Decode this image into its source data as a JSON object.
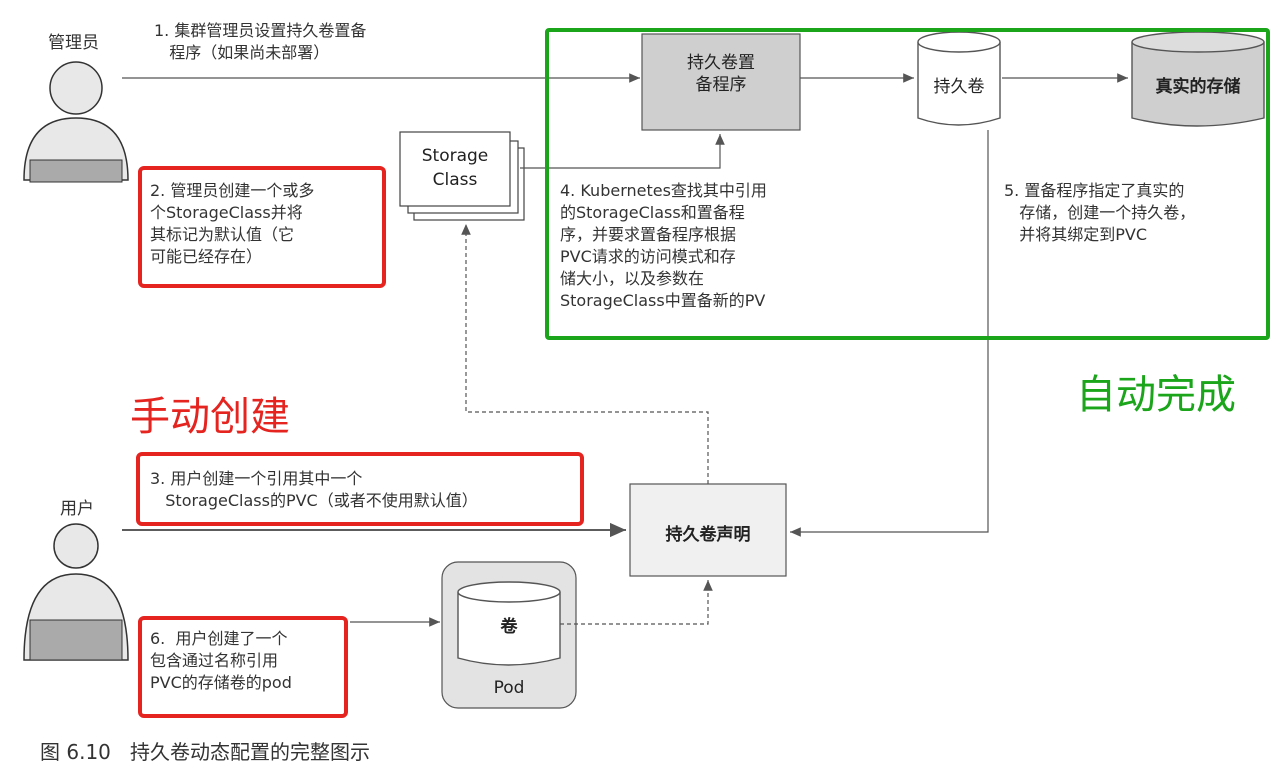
{
  "actors": {
    "admin": "管理员",
    "user": "用户"
  },
  "steps": {
    "step1": "1. 集群管理员设置持久卷置备\n   程序（如果尚未部署）",
    "step2": "2. 管理员创建一个或多\n个StorageClass并将\n其标记为默认值（它\n可能已经存在）",
    "step3": "3. 用户创建一个引用其中一个\n   StorageClass的PVC（或者不使用默认值）",
    "step4": "4. Kubernetes查找其中引用\n的StorageClass和置备程\n序，并要求置备程序根据\nPVC请求的访问模式和存\n储大小，以及参数在\nStorageClass中置备新的PV",
    "step5": "5. 置备程序指定了真实的\n   存储，创建一个持久卷，\n   并将其绑定到PVC",
    "step6": "6.  用户创建了一个\n包含通过名称引用\nPVC的存储卷的pod"
  },
  "nodes": {
    "provisioner": [
      "持久卷置",
      "备程序"
    ],
    "pv": "持久卷",
    "real_storage": "真实的存储",
    "storage_class": [
      "Storage",
      "Class"
    ],
    "pvc": "持久卷声明",
    "volume": "卷",
    "pod": "Pod"
  },
  "annotations": {
    "manual": "手动创建",
    "automatic": "自动完成"
  },
  "caption": "图 6.10   持久卷动态配置的完整图示",
  "colors": {
    "highlight_red": "#e52420",
    "highlight_green": "#1aa51a",
    "box_gray": "#cfcfcf",
    "box_light": "#f0f0f0"
  }
}
